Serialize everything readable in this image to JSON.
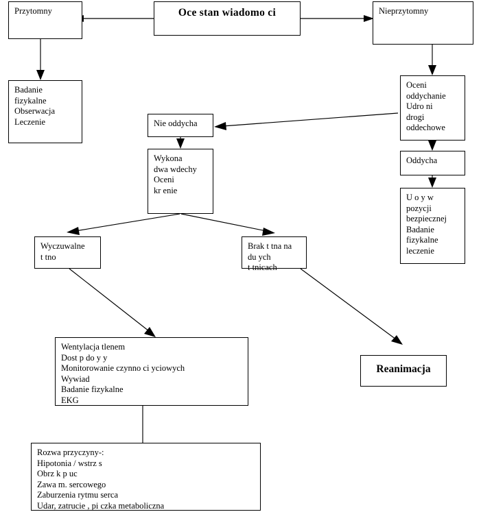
{
  "diagram": {
    "title": "Oce  stan  wiadomo ci",
    "background_color": "#ffffff",
    "line_color": "#000000",
    "text_color": "#000000",
    "nodes": {
      "assess_consciousness": "Oce  stan  wiadomo ci",
      "conscious": "Przytomny",
      "conscious_actions": "Badanie\nfizykalne\nObserwacja\nLeczenie",
      "unconscious": "Nieprzytomny",
      "assess_breathing": "Oceni\noddychanie\nUdro ni\ndrogi\noddechowe",
      "breathing": "Oddycha",
      "recovery_position": "U o  y  w\npozycji\nbezpiecznej\nBadanie\nfizykalne\nleczenie",
      "not_breathing": "Nie oddycha",
      "two_breaths": "Wykona\ndwa wdechy\nOceni\nkr  enie",
      "pulse_present": "Wyczuwalne\nt tno",
      "no_pulse": "Brak t tna na\ndu ych\nt tnicach",
      "oxygen_support": "Wentylacja tlenem\nDost p do  y y\nMonitorowanie  czynno ci    yciowych\nWywiad\nBadanie  fizykalne\nEKG",
      "causes": "Rozwa   przyczyny-:\nHipotonia / wstrz s\nObrz k p uc\nZawa    m. sercowego\nZaburzenia rytmu  serca\nUdar, zatrucie , pi czka  metaboliczna",
      "resuscitation": "Reanimacja"
    }
  }
}
